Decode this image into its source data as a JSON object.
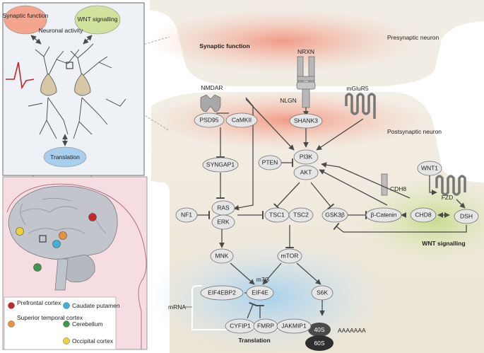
{
  "inset": {
    "synaptic_function": "Synaptic function",
    "wnt_signalling": "WNT signalling",
    "neuronal_activity": "Neuronal activity",
    "translation": "Translation"
  },
  "legend": {
    "prefrontal_cortex": "Prefrontal cortex",
    "superior_temporal_cortex": "Superior temporal cortex",
    "occipital_cortex": "Occipital cortex",
    "caudate_putamen": "Caudate putamen",
    "cerebellum": "Cerebellum",
    "colors": {
      "prefrontal": "#c8262a",
      "superior_temporal": "#e8923a",
      "occipital": "#f2cf34",
      "caudate": "#3fb1d9",
      "cerebellum": "#3a9a4a"
    }
  },
  "main": {
    "synaptic_function": "Synaptic function",
    "presynaptic_neuron": "Presynaptic neuron",
    "postsynaptic_neuron": "Postsynaptic neuron",
    "wnt_signalling": "WNT signalling",
    "translation": "Translation",
    "mrna": "mRNA",
    "polya": "AAAAAAA",
    "m7g": "m7G"
  },
  "receptors": {
    "nrxn": "NRXN",
    "nlgn": "NLGN",
    "nmdar": "NMDAR",
    "mglur5": "mGluR5",
    "cdh8": "CDH8",
    "wnt1": "WNT1",
    "fzd": "FZD"
  },
  "nodes": {
    "psd95": "PSD95",
    "camkii": "CaMKII",
    "shank3": "SHANK3",
    "syngap1": "SYNGAP1",
    "pten": "PTEN",
    "pi3k": "PI3K",
    "akt": "AKT",
    "nf1": "NF1",
    "ras": "RAS",
    "erk": "ERK",
    "tsc1": "TSC1",
    "tsc2": "TSC2",
    "gsk3b": "GSK3β",
    "bcatenin": "β-Catenin",
    "chd8": "CHD8",
    "dsh": "DSH",
    "mnk": "MNK",
    "mtor": "mTOR",
    "eif4ebp2": "EIF4EBP2",
    "eif4e": "EIF4E",
    "s6k": "S6K",
    "cyfip1": "CYFIP1",
    "fmrp": "FMRP",
    "jakmip1": "JAKMIP1",
    "r40s": "40S",
    "r60s": "60S"
  }
}
